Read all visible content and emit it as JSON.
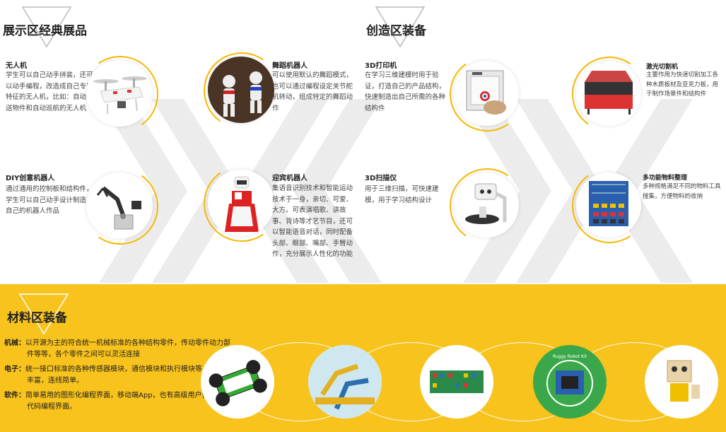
{
  "sections": {
    "display": {
      "title": "展示区经典展品"
    },
    "creation": {
      "title": "创造区装备"
    },
    "materials": {
      "title": "材料区装备"
    }
  },
  "display_items": [
    {
      "title": "无人机",
      "desc": "学生可以自己动手拼装，还可以动手编程，改造成自己专属特征的无人机，比如：自动派送物件和自动巡航的无人机"
    },
    {
      "title": "舞蹈机器人",
      "desc": "可以使用默认的舞蹈模式，也可以通过编程设定关节舵机转动，组成特定的舞蹈动作"
    },
    {
      "title": "DIY创意机器人",
      "desc": "通过通用的控制板和结构件，学生可以自己动手设计制造出自己的机器人作品"
    },
    {
      "title": "迎宾机器人",
      "desc": "集语音识别技术和智能运动技术于一身，亲切、可爱、大方。可表演唱歌、讲故事、背诗等才艺节目，还可以智能语音对话，同时配备头部、眼部、嘴部、手臂动作，充分展示人性化的功能"
    }
  ],
  "creation_items": [
    {
      "title": "3D打印机",
      "desc": "在学习三维建模时用于验证，打造自己的产品结构，快速制造出自己所需的各种结构件"
    },
    {
      "title": "激光切割机",
      "desc": "主要作用为快速切割加工各种木质板材及亚克力板，用于制作场景件和结构件"
    },
    {
      "title": "3D扫描仪",
      "desc": "用于三维扫描，可快速建模，用于学习结构设计"
    },
    {
      "title": "多功能物料整理",
      "desc": "多种规格满足不同的物料工具搜集，方便物料的收纳"
    }
  ],
  "materials": [
    {
      "label": "机械：",
      "text": "以开源为主的符合统一机械标准的各种结构零件，传动零件动力部件等等，各个零件之间可以灵活连接"
    },
    {
      "label": "电子：",
      "text": "统一接口标准的各种传感器模块，通信模块和执行模块等，种类丰富，连线简单。"
    },
    {
      "label": "软件：",
      "text": "简单易用的图形化编程界面，移动端App，也有高级用户使用的代码编程界面。"
    }
  ],
  "board_label": "Ruggy Robot Kit",
  "colors": {
    "accent": "#f8c31c",
    "arc": "#f5b800",
    "watermark": "#ececec"
  },
  "icons": [
    "drone-icon",
    "dance-robot-icon",
    "robot-arm-icon",
    "reception-robot-icon",
    "3d-printer-icon",
    "laser-cutter-icon",
    "3d-scanner-icon",
    "storage-rack-icon",
    "robot-car-icon",
    "arm-kit-icon",
    "circuit-board-icon",
    "controller-board-icon",
    "wood-robot-icon"
  ]
}
